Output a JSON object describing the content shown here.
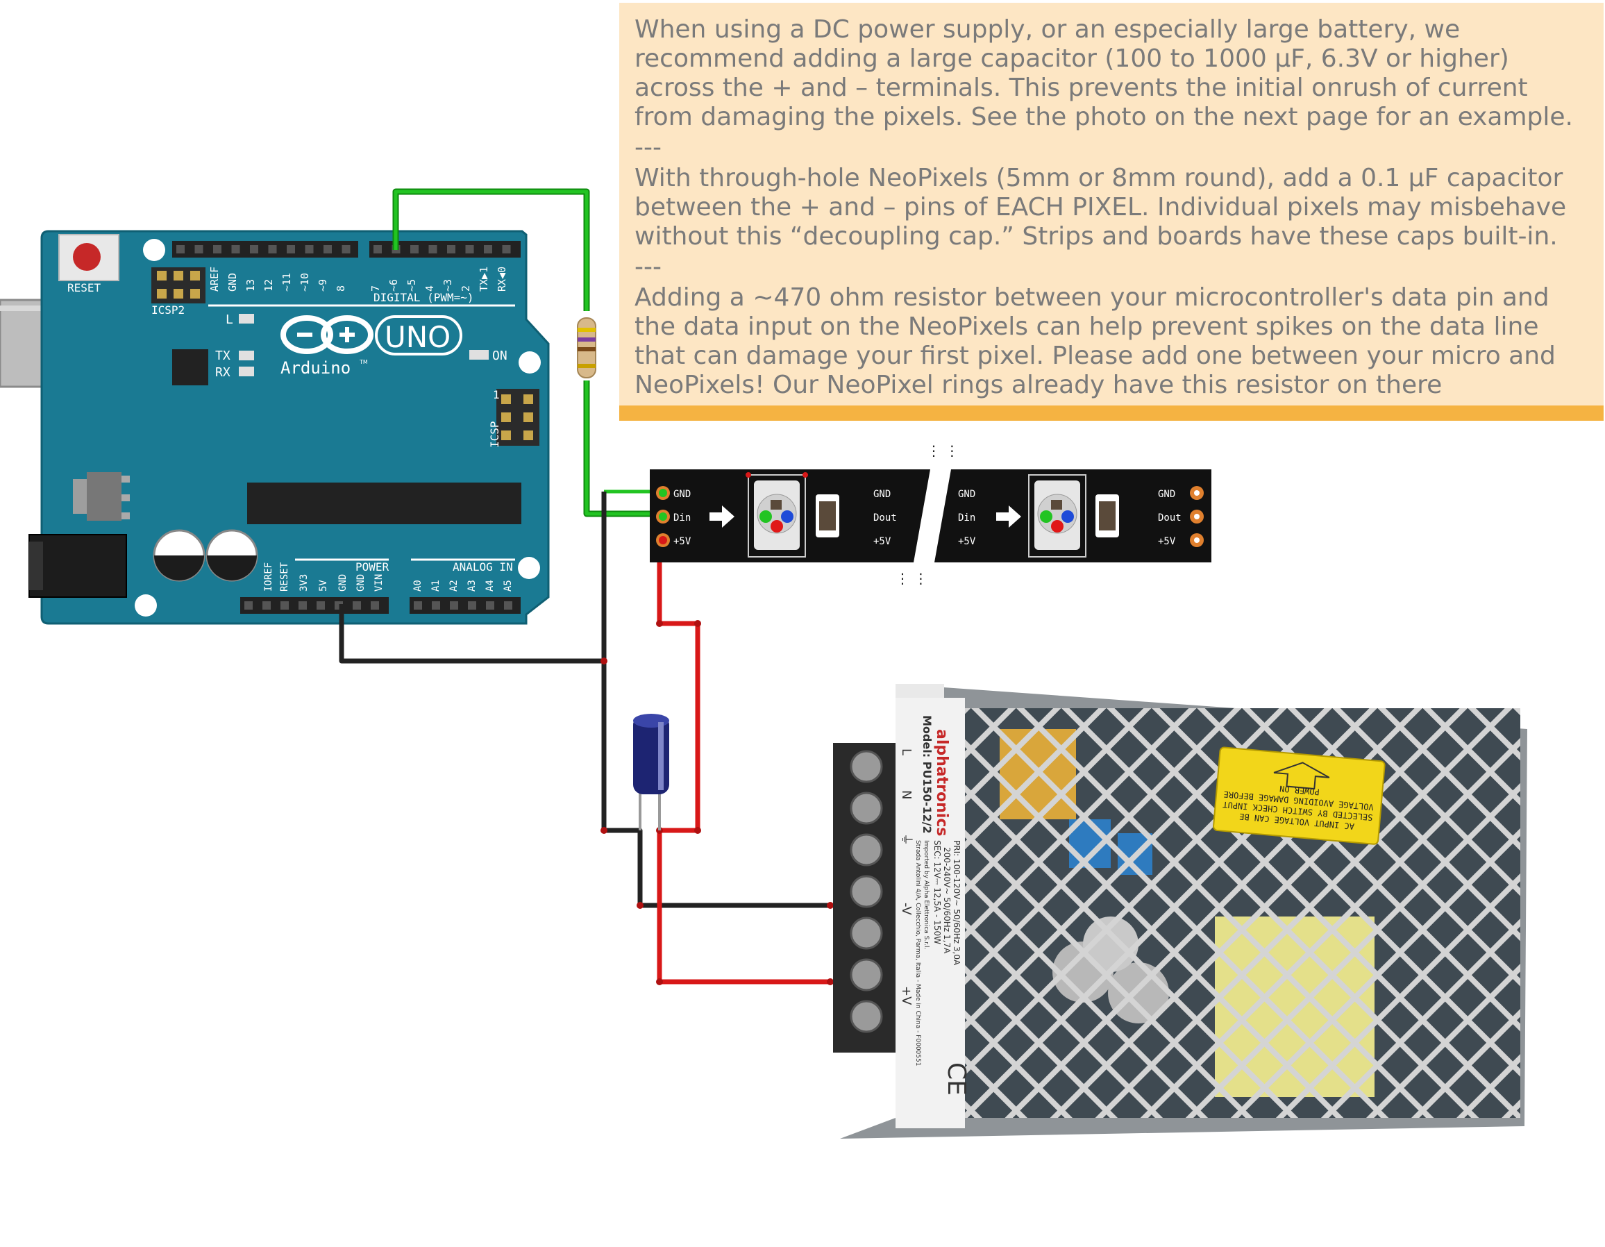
{
  "note": {
    "paragraph_1": "When using a DC power supply, or an especially large battery, we recommend adding a large capacitor (100 to 1000 µF, 6.3V or higher) across the + and – terminals. This prevents the initial onrush of current from damaging the pixels. See the photo on the next page for an example.",
    "separator_1": "---",
    "paragraph_2": "With through-hole NeoPixels (5mm or 8mm round), add a 0.1 µF capacitor between the + and – pins of EACH PIXEL. Individual pixels may misbehave without this “decoupling cap.” Strips and boards have these caps built-in.",
    "separator_2": "---",
    "paragraph_3": "Adding a ~470 ohm resistor between your microcontroller's data pin and the data input on the NeoPixels can help prevent spikes on the data line that can damage your first pixel. Please add one between your micro and NeoPixels! Our NeoPixel rings already have this resistor on there"
  },
  "arduino": {
    "reset_label": "RESET",
    "icsp2_label": "ICSP2",
    "icsp_label": "ICSP",
    "icsp_pin1": "1",
    "logo_text": "Arduino",
    "trademark": "TM",
    "uno_text": "UNO",
    "l_label": "L",
    "tx_label": "TX",
    "rx_label": "RX",
    "on_label": "ON",
    "digital_label": "DIGITAL (PWM=~)",
    "power_label": "POWER",
    "analog_label": "ANALOG IN",
    "digital_pins": [
      "AREF",
      "GND",
      "13",
      "12",
      "~11",
      "~10",
      "~9",
      "8",
      "7",
      "~6",
      "~5",
      "4",
      "~3",
      "2",
      "TX▶1",
      "RX◀0"
    ],
    "power_pins": [
      "IOREF",
      "RESET",
      "3V3",
      "5V",
      "GND",
      "GND",
      "VIN"
    ],
    "analog_pins": [
      "A0",
      "A1",
      "A2",
      "A3",
      "A4",
      "A5"
    ]
  },
  "strip": {
    "left_pins": [
      "GND",
      "Din",
      "+5V"
    ],
    "mid_pins_right": [
      "GND",
      "Dout",
      "+5V"
    ],
    "mid_pins_left": [
      "GND",
      "Din",
      "+5V"
    ],
    "right_pins": [
      "GND",
      "Dout",
      "+5V"
    ]
  },
  "power_supply": {
    "terminal_labels": [
      "L",
      "N",
      "⏚",
      "-V",
      "+V"
    ],
    "brand": "alphatronics",
    "model": "Model: PU150-12/2",
    "pri": "PRI: 100-120V~ 50/60Hz 3,0A",
    "pri_2": "200-240V~ 50/60Hz 1,7A",
    "sec": "SEC: 12V⎓ 12,5A - 150W",
    "importer": "Imported by Alpha Elettronica S.r.l.",
    "address": "Strada Antolini 4/A, Collecchio, Parma, Italia - Made in China - F0000551",
    "warning": "AC INPUT VOLTAGE CAN BE SELECTED BY SWITCH CHECK INPUT VOLTAGE AVOIDING DAMAGE BEFORE POWER ON",
    "ce_mark": "CE"
  },
  "colors": {
    "board": "#1a7a93",
    "note_bg": "#fde6c4",
    "note_bar": "#f5b342",
    "wire_data": "#22c422",
    "wire_power": "#d81818",
    "wire_ground": "#222222"
  }
}
